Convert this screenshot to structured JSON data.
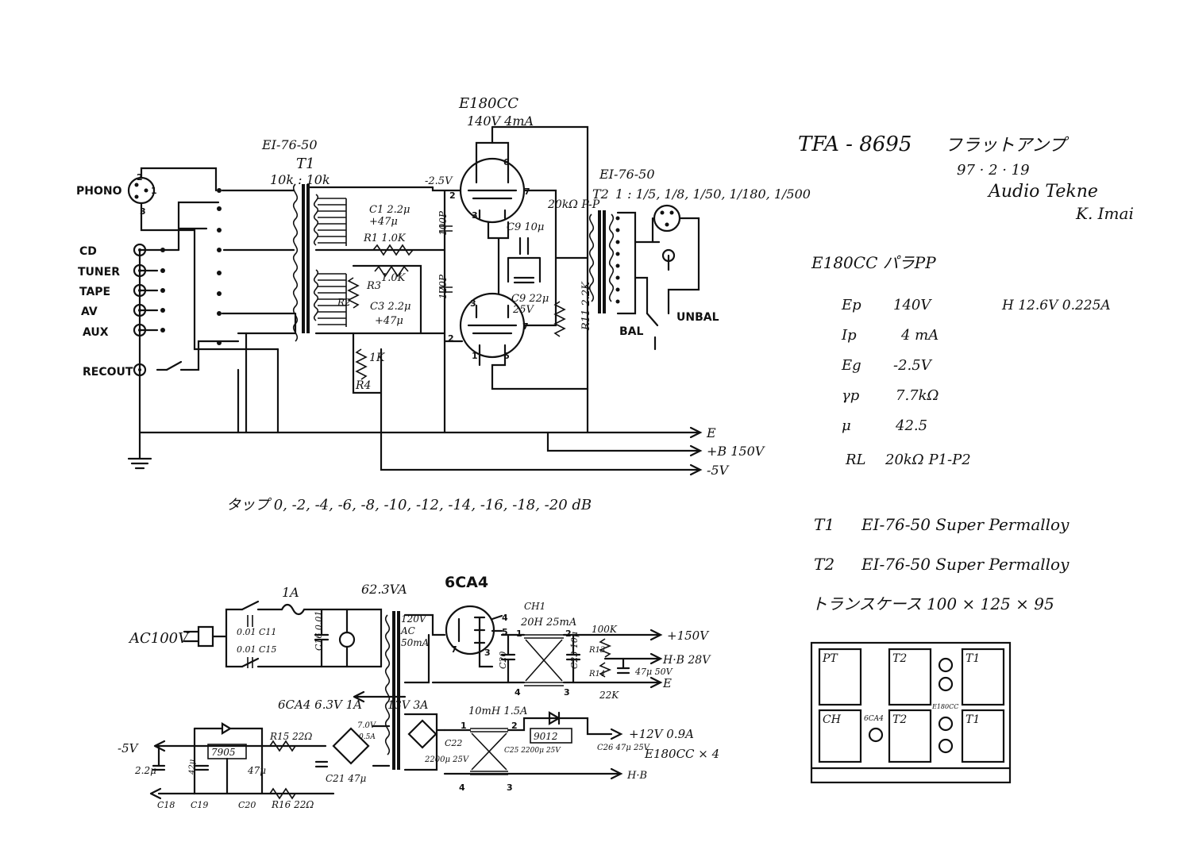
{
  "title": {
    "model": "TFA - 8695",
    "jp": "フラットアンプ",
    "date": "97 · 2 · 19",
    "brand": "Audio Tekne",
    "author": "K. Imai"
  },
  "inputs": [
    "PHONO",
    "CD",
    "TUNER",
    "TAPE",
    "AV",
    "AUX",
    "RECOUT"
  ],
  "pin_numbers": {
    "p1": "1",
    "p2": "2",
    "p3": "3"
  },
  "tubes": {
    "top_name": "E180CC",
    "top_bias": "140V 4mA",
    "grid_v": "-2.5V",
    "pins": {
      "g": "2",
      "k": "3",
      "p6": "6",
      "p7": "7",
      "p1": "1"
    }
  },
  "t1": {
    "name": "EI-76-50",
    "id": "T1",
    "ratio": "10k : 10k"
  },
  "t2": {
    "name": "EI-76-50",
    "id": "T2",
    "ratio": "1 : 1/5, 1/8, 1/50, 1/180, 1/500",
    "imp": "20kΩ P-P"
  },
  "components": {
    "c1": "C1 2.2μ",
    "c1b": "+47μ",
    "r1": "R1 1.0K",
    "r3": "R3",
    "r3v": "1.0K",
    "c3": "C3 2.2μ",
    "c3b": "+47μ",
    "r4": "R4",
    "r4v": "1K",
    "c9": "C9 10μ",
    "c9b": "C9 22μ",
    "c9v": "25V",
    "cp1": "100P",
    "cp2": "120P",
    "r11": "R11 2.2K",
    "r2": "R2"
  },
  "outputs": {
    "bal": "BAL",
    "unbal": "UNBAL"
  },
  "rails": {
    "e": "E",
    "b": "+B 150V",
    "neg": "-5V"
  },
  "taps": "タップ 0, -2, -4, -6, -8, -10, -12, -14, -16, -18, -20 dB",
  "specs": {
    "heading": "E180CC パラPP",
    "rows": [
      {
        "k": "Ep",
        "v": "140V"
      },
      {
        "k": "Ip",
        "v": "4 mA"
      },
      {
        "k": "Eg",
        "v": "-2.5V"
      },
      {
        "k": "γp",
        "v": "7.7kΩ"
      },
      {
        "k": "μ",
        "v": "42.5"
      },
      {
        "k": "RL",
        "v": "20kΩ P1-P2"
      }
    ],
    "heater": "H  12.6V 0.225A"
  },
  "transformers": [
    {
      "id": "T1",
      "desc": "EI-76-50  Super Permalloy"
    },
    {
      "id": "T2",
      "desc": "EI-76-50  Super Permalloy"
    }
  ],
  "case": "トランスケース  100 × 125 × 95",
  "psu": {
    "rectifier": "6CA4",
    "ac": "AC100V",
    "fuse": "1A",
    "pt_sec": "62.3VA",
    "c11": "0.01 C11",
    "c15": "0.01 C15",
    "c16": "C16 0.01",
    "hv": "120V",
    "ac_label": "AC",
    "hv_i": "50mA",
    "ch1": "CH1",
    "ch1_spec": "20H 25mA",
    "r100k": "100K",
    "out150": "+150V",
    "hb": "H·B 28V",
    "c2": "47μ 50V",
    "e": "E",
    "r22k": "22K",
    "c20": "C20",
    "c23": "C23 10μ",
    "r13": "R13",
    "r14": "R14",
    "heater_lbl": "6CA4 6.3V 1A",
    "lv": "13V 3A",
    "v7": "7.0V",
    "a05": "0.5A",
    "reg": "7905",
    "r15": "R15 22Ω",
    "r16": "R16 22Ω",
    "c21": "C21 47μ",
    "c22": "C22",
    "c47": "47μ",
    "n5v": "-5V",
    "c2u": "2.2μ",
    "c42": "42μ",
    "c18": "C18",
    "c19": "C19",
    "c20b": "C20",
    "cap2200": "2200μ 25V",
    "ch2": "10mH 1.5A",
    "reg2": "9012",
    "c25": "C25 2200μ 25V",
    "c26": "C26 47μ 25V",
    "out12": "+12V 0.9A",
    "e180": "E180CC × 4",
    "hb2": "H·B",
    "pins": {
      "n1": "1",
      "n2": "2",
      "n3": "3",
      "n4": "4",
      "n5": "5",
      "n7": "7"
    }
  },
  "layout_labels": {
    "pt": "PT",
    "t2a": "T2",
    "t1a": "T1",
    "ch": "CH",
    "tube": "6CA4",
    "t2b": "T2",
    "tubes": "E180CC",
    "t1b": "T1"
  }
}
